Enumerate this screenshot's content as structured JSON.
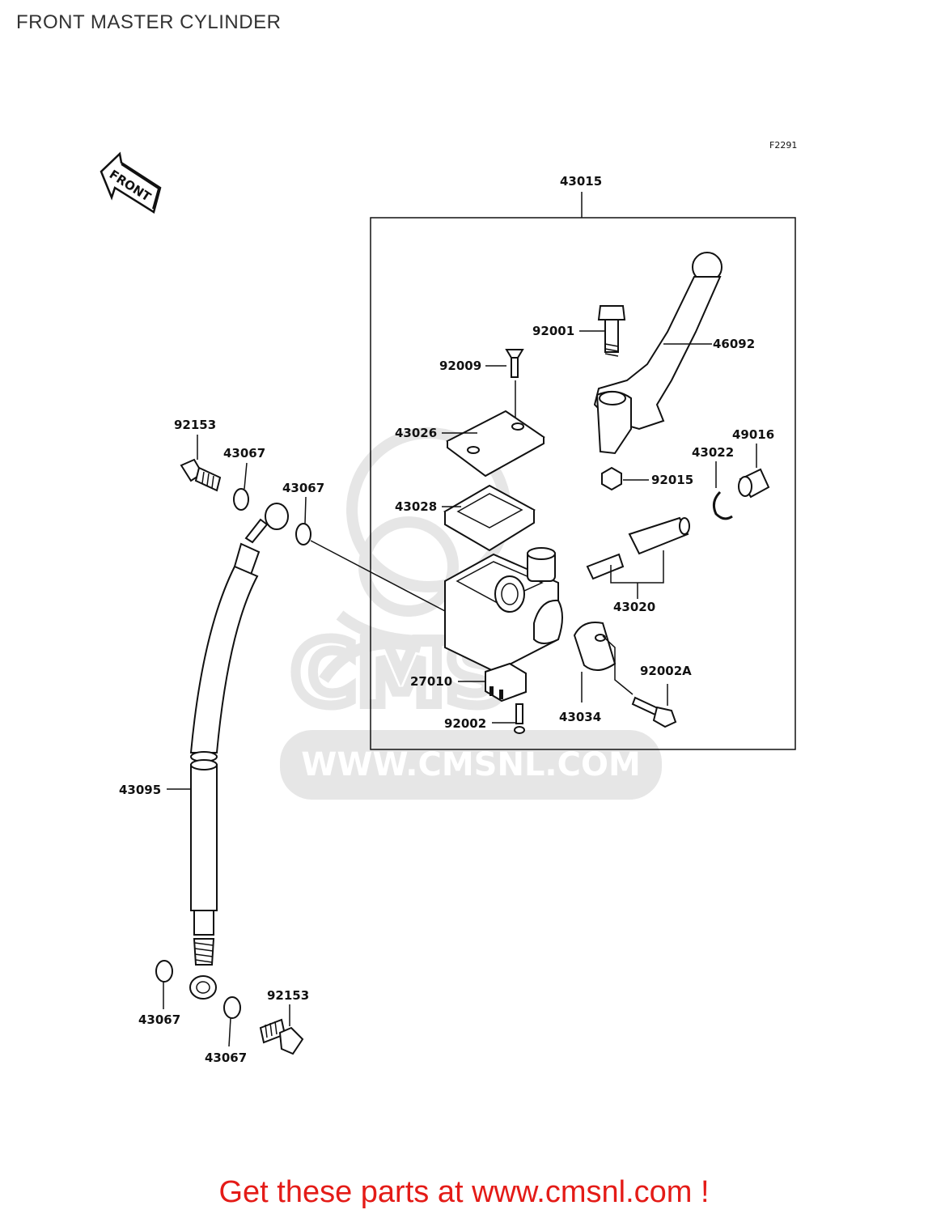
{
  "page": {
    "title": "FRONT MASTER CYLINDER"
  },
  "figure": {
    "code": "F2291",
    "front_marker": "FRONT",
    "watermark": "WWW.CMSNL.COM",
    "watermark_logo": "CMS",
    "parts": {
      "assembly": "43015",
      "lever": "46092",
      "pivot_bolt": "92001",
      "cap_screw": "92009",
      "reservoir_cap": "43026",
      "diaphragm": "43028",
      "nut": "92015",
      "circlip": "43022",
      "boot": "49016",
      "piston_kit": "43020",
      "clamp_bolt": "92002A",
      "switch": "27010",
      "switch_screw": "92002",
      "clamp": "43034",
      "banjo_bolt_top": "92153",
      "washer_top_a": "43067",
      "washer_top_b": "43067",
      "brake_hose": "43095",
      "washer_bottom_a": "43067",
      "washer_bottom_b": "43067",
      "banjo_bolt_bottom": "92153"
    }
  },
  "footer": {
    "promo": "Get these parts at www.cmsnl.com !"
  },
  "colors": {
    "promo": "#e41b17",
    "line": "#111111",
    "watermark": "#e6e6e6"
  }
}
